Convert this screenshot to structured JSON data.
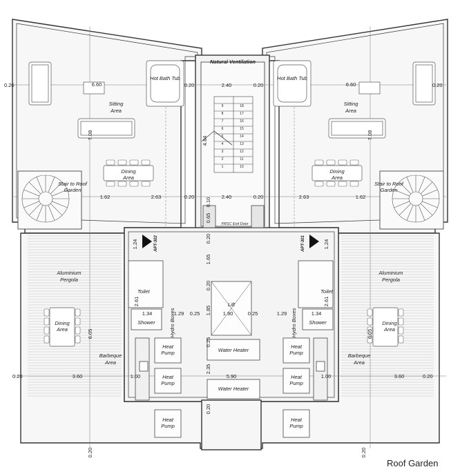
{
  "caption": "Roof Garden",
  "rooms": {
    "natural_ventilation": "Natural Ventilation",
    "hot_bath_tub": "Hot Bath Tub",
    "sitting_area": [
      "Sitting",
      "Area"
    ],
    "dining_area": [
      "Dining",
      "Area"
    ],
    "stair_to_roof": [
      "Stair to Roof",
      "Garden"
    ],
    "aluminium_pergola": [
      "Aluminium",
      "Pergola"
    ],
    "barbeque_area": [
      "Barbeque",
      "Area"
    ],
    "toilet": "Toilet",
    "shower": "Shower",
    "hydro_boxes": "Hydro Boxes",
    "heat_pump": [
      "Heat",
      "Pump"
    ],
    "water_heater": "Water Heater",
    "lift": "Lift",
    "frsc_exit_door": "FRSC Exit Door",
    "apt_left": "APT-302",
    "apt_right": "APT-301"
  },
  "dims": {
    "d020": "0.20",
    "d660": "6.60",
    "d240": "2.40",
    "d708": "7.08",
    "d162": "1.62",
    "d263": "2.63",
    "d010": "0.10",
    "d065": "0.65",
    "d124": "1.24",
    "d165": "1.65",
    "d261": "2.61",
    "d134": "1.34",
    "d129": "1.29",
    "d025": "0.25",
    "d190": "1.90",
    "d185": "1.85",
    "d605": "6.05",
    "d360": "3.60",
    "d100": "1.00",
    "d590": "5.90",
    "d235": "2.35",
    "d484": "4.84"
  },
  "steps": [
    "1",
    "2",
    "3",
    "4",
    "5",
    "6",
    "7",
    "8",
    "9",
    "10",
    "11",
    "12",
    "13",
    "14",
    "15",
    "16",
    "17",
    "18"
  ]
}
